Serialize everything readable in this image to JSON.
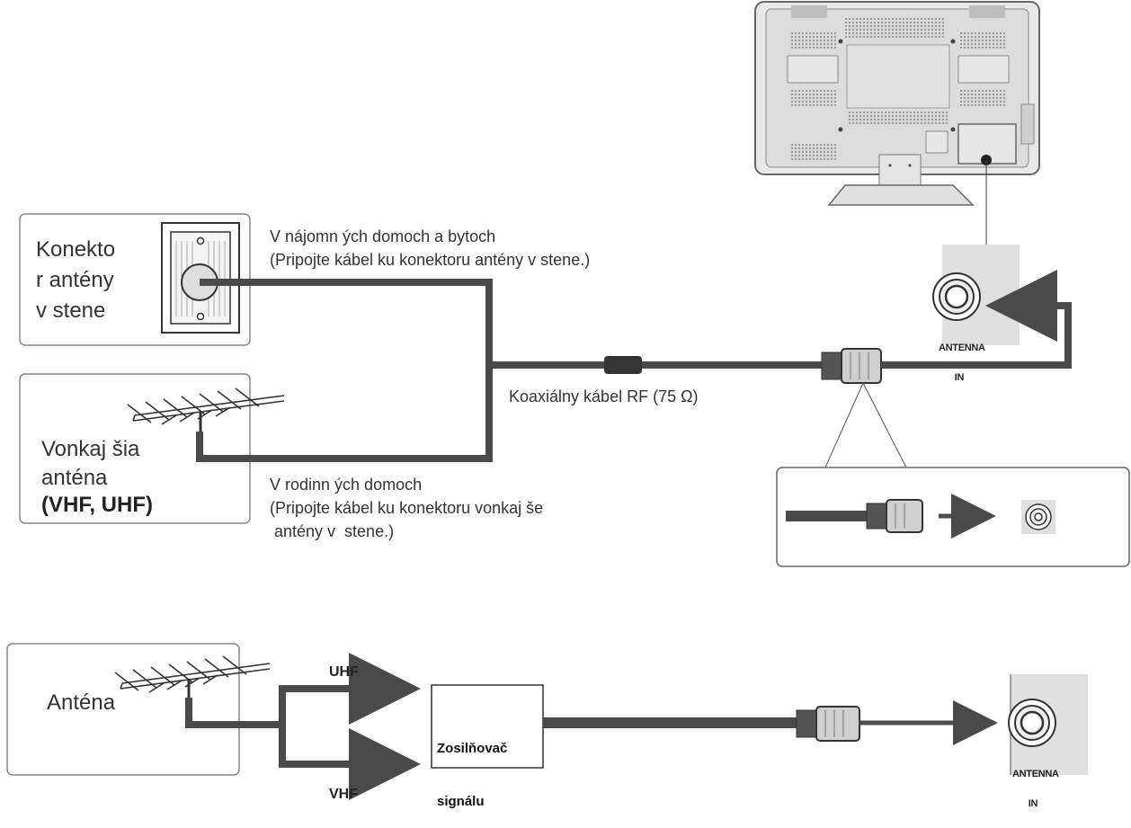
{
  "wall_outlet": {
    "label_lines": [
      "Konekto",
      "r antény",
      "v stene"
    ]
  },
  "outdoor_antenna": {
    "label_lines": [
      "Vonkaj šia",
      "anténa"
    ],
    "bands": "(VHF, UHF)"
  },
  "apartment_note": {
    "lines": [
      "V nájomn ých domoch a bytoch",
      "(Pripojte kábel ku konektoru antény v stene.)"
    ]
  },
  "house_note": {
    "lines": [
      "V rodinn ých domoch",
      "(Pripojte kábel ku konektoru vonkaj še",
      " antény v  stene.)"
    ]
  },
  "coax_label": "Koaxiálny kábel RF (75 Ω)",
  "tv_port": {
    "line1": "ANTENNA",
    "line2": "IN"
  },
  "bottom": {
    "antenna_label": "Anténa",
    "uhf_label": "UHF",
    "vhf_label": "VHF",
    "amplifier_lines": [
      "Zosilňovač",
      "signálu"
    ],
    "port_line1": "ANTENNA",
    "port_line2": "IN"
  },
  "colors": {
    "cable": "#4a4a4a",
    "box_border": "#888888",
    "panel_gray": "#e0e0e0"
  }
}
